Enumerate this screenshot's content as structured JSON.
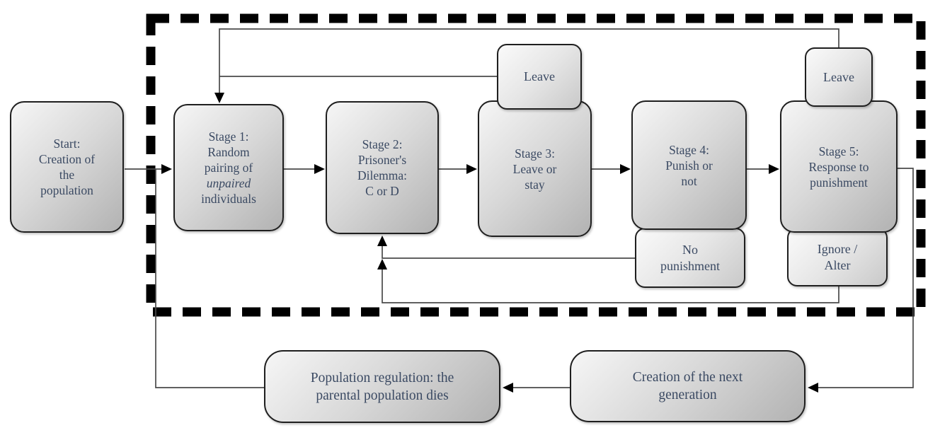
{
  "colors": {
    "box_border": "#1f1f1f",
    "box_text": "#3b4a63",
    "connector": "#4a4a4a",
    "arrowhead": "#000000",
    "dashed_border": "#000000",
    "background": "#ffffff"
  },
  "diagram": {
    "type": "flowchart",
    "boxes": {
      "start": {
        "lines": [
          "Start:",
          "Creation of",
          "the",
          "population"
        ]
      },
      "stage1": {
        "lines": [
          "Stage 1:",
          "Random",
          "pairing of",
          "unpaired",
          "individuals"
        ],
        "italic_word": "unpaired"
      },
      "stage2": {
        "lines": [
          "Stage 2:",
          "Prisoner's",
          "Dilemma:",
          "C or D"
        ]
      },
      "stage3": {
        "lines": [
          "Stage 3:",
          "Leave or",
          "stay"
        ]
      },
      "stage4": {
        "lines": [
          "Stage 4:",
          "Punish or",
          "not"
        ]
      },
      "stage5": {
        "lines": [
          "Stage 5:",
          "Response to",
          "punishment"
        ]
      },
      "leave_top_stage3": {
        "lines": [
          "Leave"
        ]
      },
      "leave_top_stage5": {
        "lines": [
          "Leave"
        ]
      },
      "no_punishment": {
        "lines": [
          "No",
          "punishment"
        ]
      },
      "ignore_alter": {
        "lines": [
          "Ignore /",
          "Alter"
        ]
      },
      "population_regulation": {
        "lines": [
          "Population regulation: the",
          "parental population dies"
        ]
      },
      "creation_next_generation": {
        "lines": [
          "Creation of the next",
          "generation"
        ]
      }
    }
  }
}
